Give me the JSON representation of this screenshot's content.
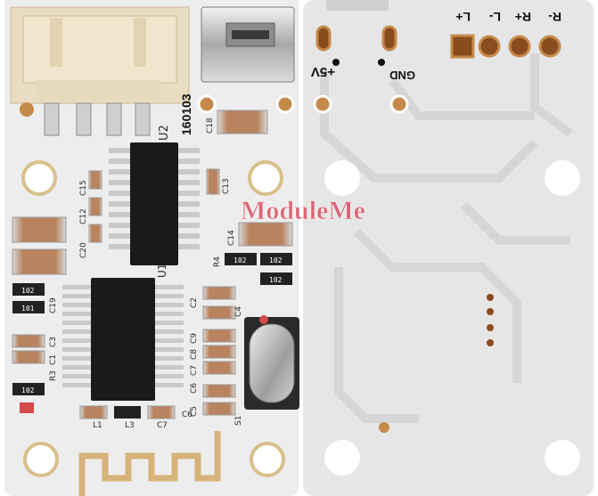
{
  "front_board": {
    "ic_u2_label": "U2",
    "ic_u1_label": "U1",
    "date_code": "160103",
    "antenna_label": "S1",
    "capacitor_labels": [
      "C18",
      "C15",
      "C12",
      "C20",
      "C19",
      "C3",
      "C1",
      "C14",
      "C2",
      "C9",
      "C8",
      "C7",
      "C6",
      "C5",
      "C13",
      "C4"
    ],
    "resistor_labels": [
      "R4",
      "R3",
      "L1",
      "L3",
      "C7",
      "C6"
    ],
    "resistor_marks": [
      "102",
      "102",
      "102",
      "101",
      "102",
      "102"
    ]
  },
  "back_board": {
    "pad_labels": [
      "R-",
      "R+",
      "L-",
      "L+"
    ],
    "power_label": "+5V",
    "ground_label": "GND"
  },
  "watermark": "ModuleMe",
  "colors": {
    "board": "#ececec",
    "board_back": "#e6e6e6",
    "trace": "#d9d9d9",
    "copper": "#c58a4a",
    "copper_dark": "#8a4b1f",
    "chip": "#1a1a1a",
    "watermark": "#d63a4e"
  }
}
